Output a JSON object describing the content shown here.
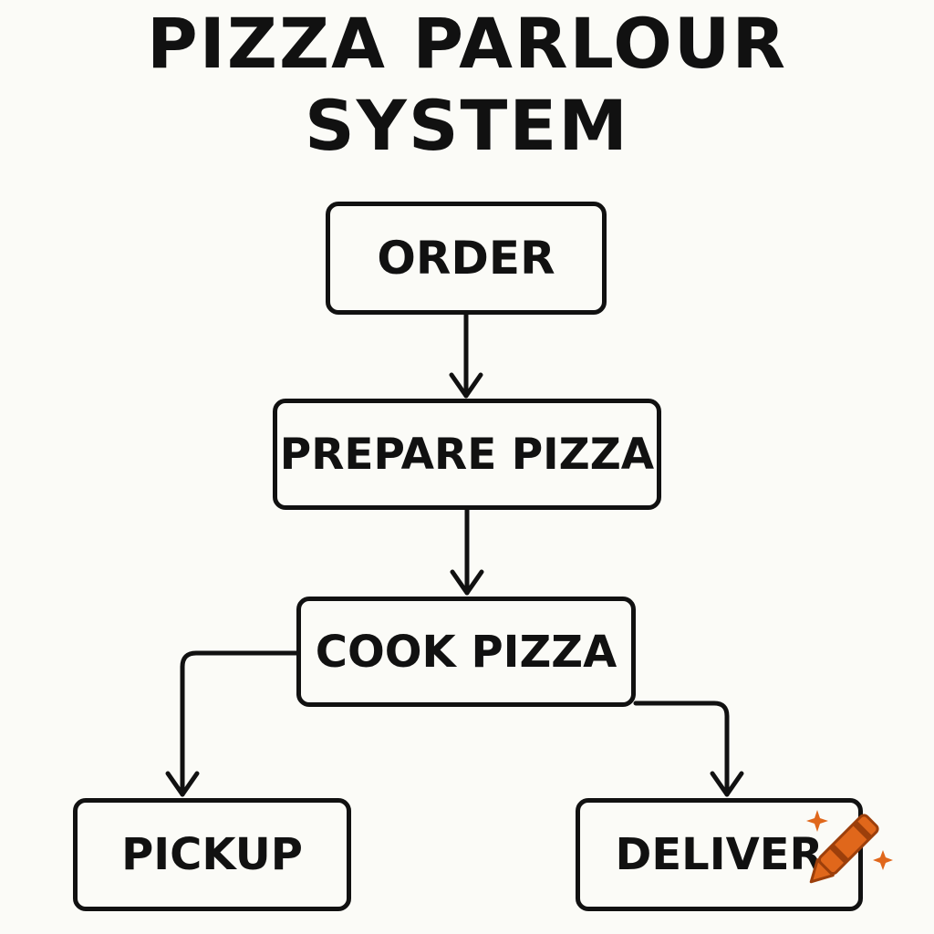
{
  "title": {
    "line1": "PIZZA PARLOUR",
    "line2": "SYSTEM"
  },
  "nodes": {
    "order": "ORDER",
    "prepare": "PREPARE PIZZA",
    "cook": "COOK PIZZA",
    "pickup": "PICKUP",
    "deliver": "DELIVER"
  },
  "edges": [
    {
      "from": "order",
      "to": "prepare"
    },
    {
      "from": "prepare",
      "to": "cook"
    },
    {
      "from": "cook",
      "to": "pickup"
    },
    {
      "from": "cook",
      "to": "deliver"
    }
  ],
  "colors": {
    "ink": "#111111",
    "background": "#fbfbf7",
    "crayon_orange": "#e0671b",
    "crayon_dark": "#9c3f0b"
  },
  "icons": {
    "corner_mark": "crayon-icon"
  }
}
